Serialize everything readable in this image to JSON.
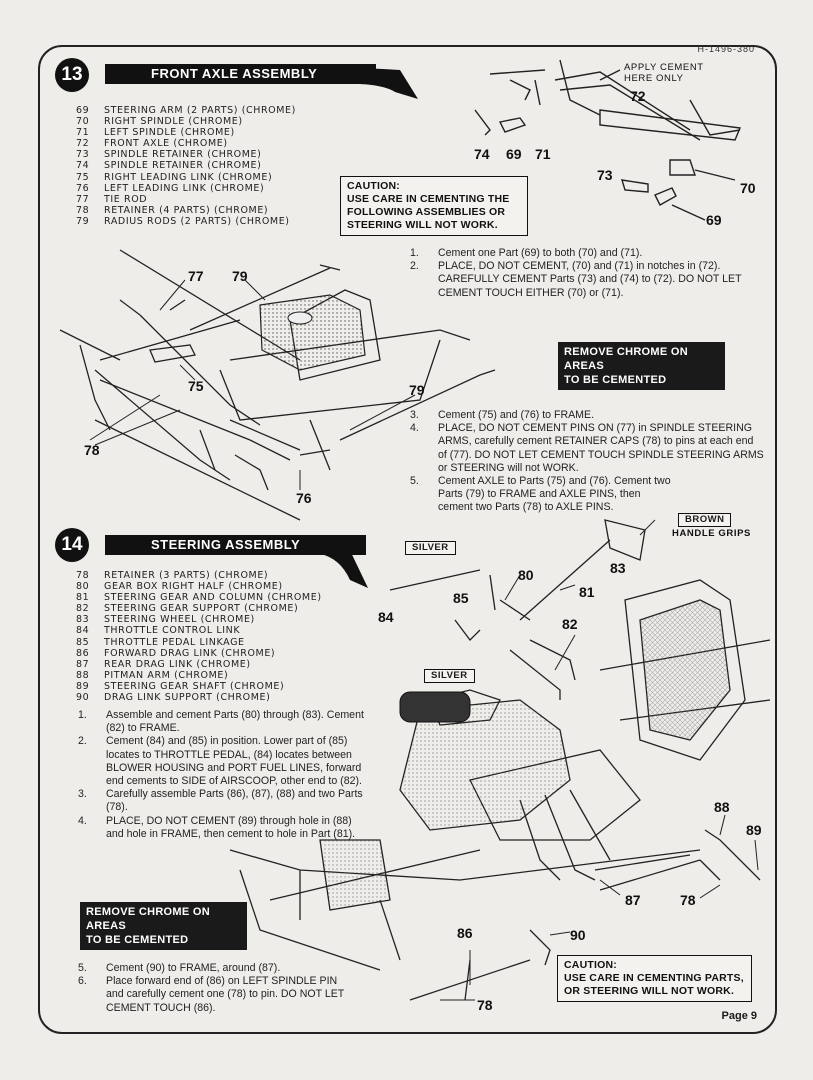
{
  "doc_number": "H-1496-380",
  "page_label": "Page 9",
  "section13": {
    "number": "13",
    "title": "FRONT AXLE ASSEMBLY",
    "parts": [
      {
        "num": "69",
        "desc": "STEERING ARM (2 PARTS) (CHROME)"
      },
      {
        "num": "70",
        "desc": "RIGHT SPINDLE (CHROME)"
      },
      {
        "num": "71",
        "desc": "LEFT SPINDLE (CHROME)"
      },
      {
        "num": "72",
        "desc": "FRONT AXLE (CHROME)"
      },
      {
        "num": "73",
        "desc": "SPINDLE RETAINER (CHROME)"
      },
      {
        "num": "74",
        "desc": "SPINDLE RETAINER (CHROME)"
      },
      {
        "num": "75",
        "desc": "RIGHT LEADING LINK (CHROME)"
      },
      {
        "num": "76",
        "desc": "LEFT LEADING LINK (CHROME)"
      },
      {
        "num": "77",
        "desc": "TIE ROD"
      },
      {
        "num": "78",
        "desc": "RETAINER (4 PARTS) (CHROME)"
      },
      {
        "num": "79",
        "desc": "RADIUS RODS (2 PARTS) (CHROME)"
      }
    ],
    "caution": {
      "title": "CAUTION:",
      "line1": "USE CARE IN CEMENTING THE",
      "line2": "FOLLOWING ASSEMBLIES OR",
      "line3": "STEERING WILL NOT WORK."
    },
    "apply_note": {
      "line1": "APPLY CEMENT",
      "line2": "HERE ONLY"
    },
    "steps_a": [
      {
        "n": "1.",
        "t": "Cement one Part (69) to both (70) and (71)."
      },
      {
        "n": "2.",
        "t": "PLACE, DO NOT CEMENT, (70) and (71) in notches in (72). CAREFULLY CEMENT Parts (73) and (74) to (72). DO NOT LET CEMENT TOUCH EITHER (70) or (71)."
      }
    ],
    "remove_chrome": {
      "line1": "REMOVE CHROME ON AREAS",
      "line2": "TO BE CEMENTED"
    },
    "steps_b": [
      {
        "n": "3.",
        "t": "Cement (75) and (76) to FRAME."
      },
      {
        "n": "4.",
        "t": "PLACE, DO NOT CEMENT PINS ON (77) in SPINDLE STEERING ARMS, carefully cement RETAINER CAPS (78) to pins at each end of (77). DO NOT LET CEMENT TOUCH SPINDLE STEERING ARMS or STEERING will not WORK."
      },
      {
        "n": "5.",
        "t": "Cement AXLE to Parts (75) and (76). Cement two Parts (79) to FRAME and AXLE PINS, then cement two Parts (78) to AXLE PINS."
      }
    ],
    "callouts": {
      "c74": "74",
      "c69": "69",
      "c71": "71",
      "c72": "72",
      "c73": "73",
      "c70": "70",
      "c69b": "69",
      "c77": "77",
      "c79": "79",
      "c75": "75",
      "c79b": "79",
      "c78": "78",
      "c76": "76"
    }
  },
  "section14": {
    "number": "14",
    "title": "STEERING ASSEMBLY",
    "parts": [
      {
        "num": "78",
        "desc": "RETAINER (3 PARTS) (CHROME)"
      },
      {
        "num": "80",
        "desc": "GEAR BOX RIGHT HALF (CHROME)"
      },
      {
        "num": "81",
        "desc": "STEERING GEAR AND COLUMN (CHROME)"
      },
      {
        "num": "82",
        "desc": "STEERING GEAR SUPPORT (CHROME)"
      },
      {
        "num": "83",
        "desc": "STEERING WHEEL (CHROME)"
      },
      {
        "num": "84",
        "desc": "THROTTLE CONTROL LINK"
      },
      {
        "num": "85",
        "desc": "THROTTLE PEDAL LINKAGE"
      },
      {
        "num": "86",
        "desc": "FORWARD DRAG LINK (CHROME)"
      },
      {
        "num": "87",
        "desc": "REAR DRAG LINK (CHROME)"
      },
      {
        "num": "88",
        "desc": "PITMAN ARM (CHROME)"
      },
      {
        "num": "89",
        "desc": "STEERING GEAR SHAFT (CHROME)"
      },
      {
        "num": "90",
        "desc": "DRAG LINK SUPPORT (CHROME)"
      }
    ],
    "steps_a": [
      {
        "n": "1.",
        "t": "Assemble and cement Parts (80) through (83). Cement (82) to FRAME."
      },
      {
        "n": "2.",
        "t": "Cement (84) and (85) in position. Lower part of (85) locates to THROTTLE PEDAL, (84) locates between BLOWER HOUSING and PORT FUEL LINES, forward end cements to SIDE of AIRSCOOP, other end to (82)."
      },
      {
        "n": "3.",
        "t": "Carefully assemble Parts (86), (87), (88) and two Parts (78)."
      },
      {
        "n": "4.",
        "t": "PLACE, DO NOT CEMENT (89) through hole in (88) and hole in FRAME, then cement to hole in Part (81)."
      }
    ],
    "remove_chrome": {
      "line1": "REMOVE CHROME ON AREAS",
      "line2": "TO BE CEMENTED"
    },
    "steps_b": [
      {
        "n": "5.",
        "t": "Cement (90) to FRAME, around (87)."
      },
      {
        "n": "6.",
        "t": "Place forward end of (86) on LEFT SPINDLE PIN and carefully cement one (78) to pin. DO NOT LET CEMENT TOUCH (86)."
      }
    ],
    "caution": {
      "title": "CAUTION:",
      "line1": "USE CARE IN CEMENTING PARTS,",
      "line2": "OR STEERING WILL NOT WORK."
    },
    "tags": {
      "silver1": "SILVER",
      "silver2": "SILVER",
      "brown": "BROWN",
      "handle_grips": "HANDLE GRIPS"
    },
    "callouts": {
      "c80": "80",
      "c81": "81",
      "c83": "83",
      "c84": "84",
      "c85": "85",
      "c82": "82",
      "c88": "88",
      "c89": "89",
      "c87": "87",
      "c78": "78",
      "c86": "86",
      "c90": "90",
      "c78b": "78"
    }
  }
}
